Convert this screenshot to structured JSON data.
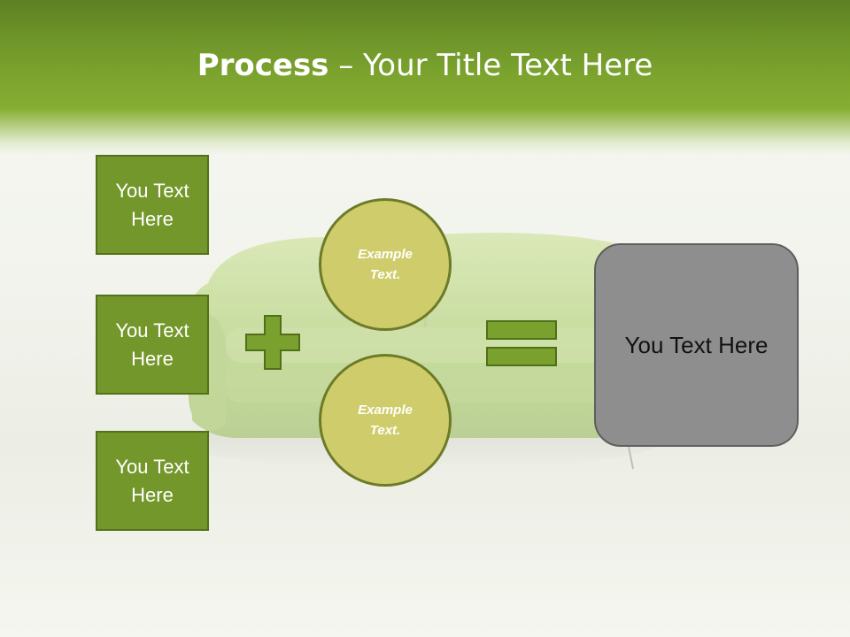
{
  "slide": {
    "title_bold": "Process",
    "title_rest": " – Your Title Text Here"
  },
  "left_boxes": [
    {
      "label": "You Text Here"
    },
    {
      "label": "You Text Here"
    },
    {
      "label": "You Text Here"
    }
  ],
  "circles": [
    {
      "label": "Example Text."
    },
    {
      "label": "Example Text."
    }
  ],
  "result": {
    "label": "You Text Here"
  },
  "icons": {
    "operator_1": "plus-icon",
    "operator_2": "equals-icon",
    "background": "sofa-illustration"
  },
  "colors": {
    "header_green": "#7fa72f",
    "box_green": "#74972b",
    "box_border": "#52711a",
    "circle_fill": "#cfcd6b",
    "circle_border": "#6d7b28",
    "result_fill": "#8e8e8e",
    "operator_fill": "#7aa02d",
    "operator_border": "#4f6f1a"
  }
}
